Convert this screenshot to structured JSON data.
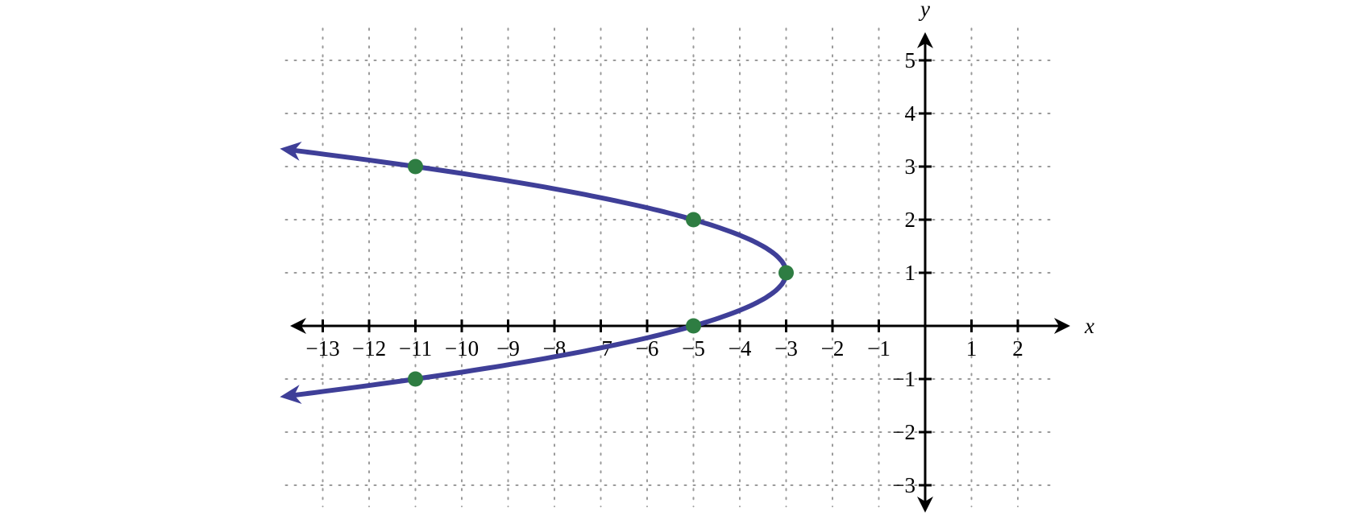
{
  "chart_data": {
    "type": "line",
    "title": "",
    "xlabel": "x",
    "ylabel": "y",
    "xlim": [
      -13.8,
      2.8
    ],
    "ylim": [
      -3.4,
      5.6
    ],
    "grid": true,
    "x_ticks": [
      -13,
      -12,
      -11,
      -10,
      -9,
      -8,
      -7,
      -6,
      -5,
      -4,
      -3,
      -2,
      -1,
      1,
      2
    ],
    "x_tick_labels": [
      "−13",
      "−12",
      "−11",
      "−10",
      "−9",
      "−8",
      "−7",
      "−6",
      "−5",
      "−4",
      "−3",
      "−2",
      "−1",
      "1",
      "2"
    ],
    "y_ticks": [
      -3,
      -2,
      -1,
      1,
      2,
      3,
      4,
      5
    ],
    "y_tick_labels": [
      "−3",
      "−2",
      "−1",
      "1",
      "2",
      "3",
      "4",
      "5"
    ],
    "series": [
      {
        "color": "#3f3f98",
        "curve": "sideways parabola, vertex (-3, 1), opening left, arrows at both ends",
        "x_equals": "-2*(y-1)^2 - 3",
        "y_range": [
          -1.3,
          3.3
        ],
        "x": [
          -13.58,
          -11,
          -8.12,
          -5,
          -3.5,
          -3,
          -3.5,
          -5,
          -8.12,
          -11,
          -13.58
        ],
        "y": [
          3.3,
          3,
          2.5,
          2,
          1.5,
          1,
          0.5,
          0,
          -0.5,
          -1,
          -1.3
        ]
      }
    ],
    "points": {
      "color": "#2e7d42",
      "values": [
        {
          "x": -11,
          "y": 3
        },
        {
          "x": -5,
          "y": 2
        },
        {
          "x": -3,
          "y": 1
        },
        {
          "x": -5,
          "y": 0
        },
        {
          "x": -11,
          "y": -1
        }
      ]
    },
    "axis_color": "#000000",
    "grid_color": "#9a9a9a"
  }
}
